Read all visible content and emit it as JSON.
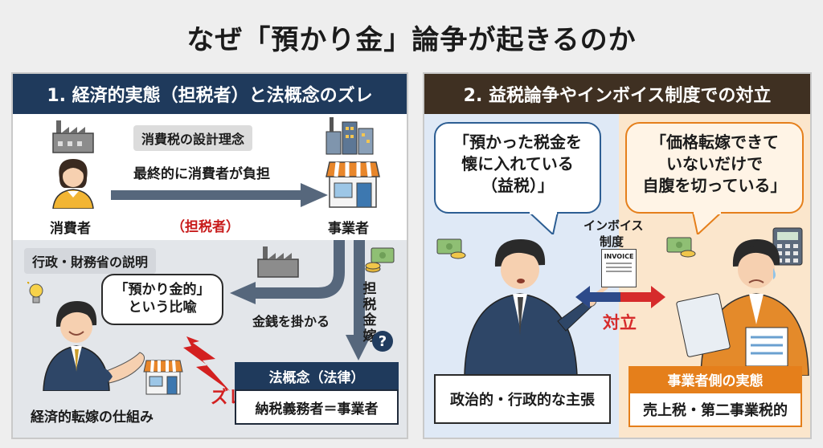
{
  "title": "なぜ「預かり金」論争が起きるのか",
  "left_panel": {
    "header": "1. 経済的実態（担税者）と法概念のズレ",
    "design_pill": "消費税の設計理念",
    "burden_text": "最終的に消費者が負担",
    "taxpayer_red": "（担税者）",
    "consumer_label": "消費者",
    "business_label": "事業者",
    "govt_pill": "行政・財務省の説明",
    "bubble_line1": "「預かり金的」",
    "bubble_line2": "という比喩",
    "tax_arrow_label": "金銭を掛かる",
    "vertical_text": "担税金嫁",
    "zure": "ズレ",
    "mechanism_label": "経済的転嫁の仕組み",
    "law_box_title": "法概念（法律）",
    "law_box_body": "納税義務者＝事業者"
  },
  "right_panel": {
    "header": "2. 益税論争やインボイス制度での対立",
    "left_bubble_lines": [
      "「預かった税金を",
      "懐に入れている",
      "（益税）」"
    ],
    "right_bubble_lines": [
      "「価格転嫁できて",
      "いないだけで",
      "自腹を切っている」"
    ],
    "invoice_label_line1": "インボイス",
    "invoice_label_line2": "制度",
    "invoice_doc_text": "INVOICE",
    "conflict_label": "対立",
    "left_box_text": "政治的・行政的な主張",
    "right_box_title": "事業者側の実態",
    "right_box_body": "売上税・第二事業税的"
  },
  "colors": {
    "navy": "#1f3a5c",
    "brown": "#3f3022",
    "accent_red": "#c81c1c",
    "orange": "#e57f1b",
    "light_blue": "#dfe9f6",
    "light_orange": "#fbe6cc"
  }
}
